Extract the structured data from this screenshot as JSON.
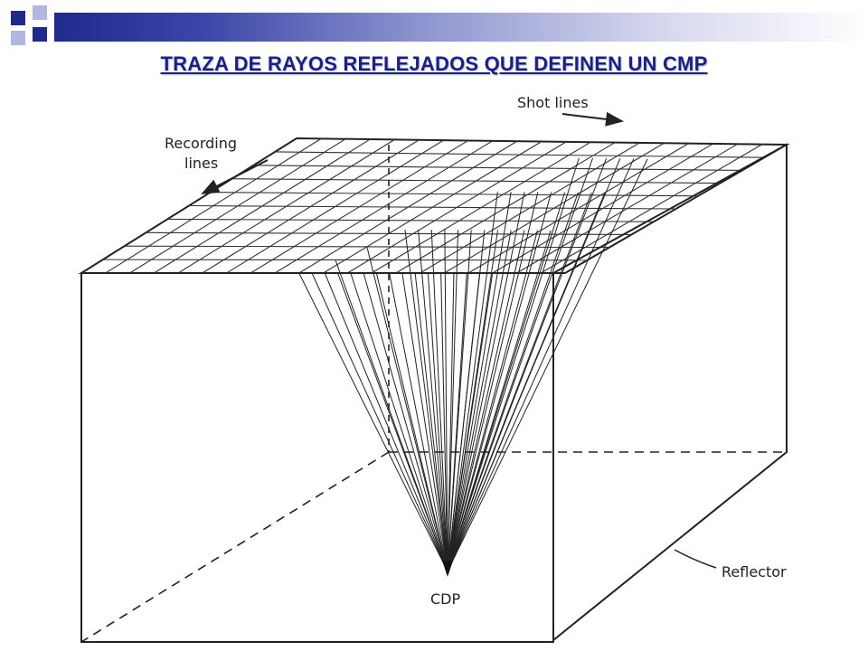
{
  "title": "TRAZA DE RAYOS REFLEJADOS QUE DEFINEN UN CMP",
  "labels": {
    "shot_lines": "Shot lines",
    "recording_lines_1": "Recording",
    "recording_lines_2": "lines",
    "reflector": "Reflector",
    "cdp": "CDP"
  },
  "colors": {
    "title": "#1a1f8c",
    "header_dark": "#1f2a8c",
    "line": "#222222"
  }
}
